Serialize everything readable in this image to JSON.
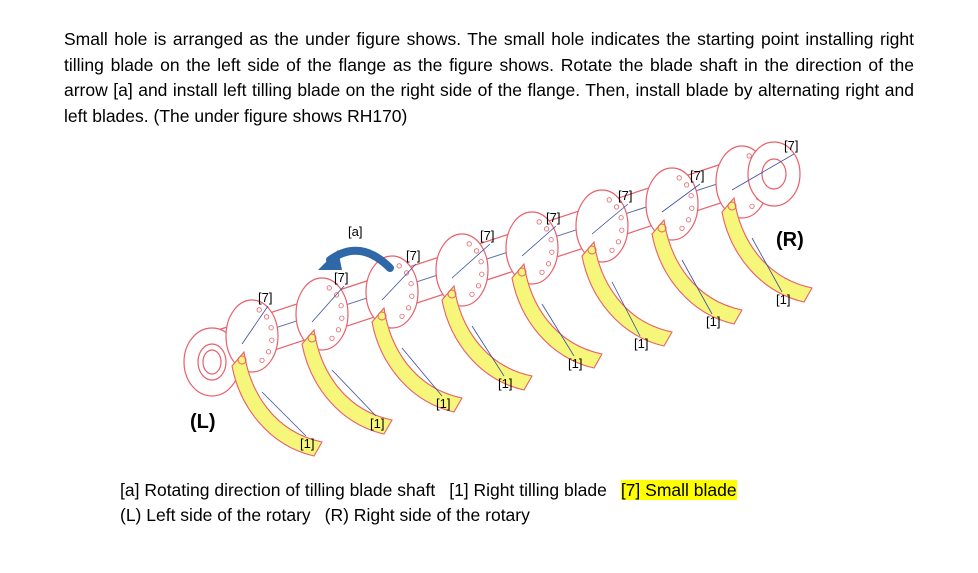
{
  "intro": "Small hole is arranged as the under figure shows.  The small hole indicates the starting point installing right tilling blade on the left side of the flange as the figure shows.  Rotate the blade shaft in the direction of the arrow [a] and install left tilling blade on the right side of the flange.  Then, install blade by alternating right and left blades. (The under figure shows RH170)",
  "figure": {
    "side_left": "(L)",
    "side_right": "(R)",
    "arrow_label": "[a]",
    "blade_label": "[1]",
    "small_blade_label": "[7]"
  },
  "legend": {
    "a": "[a] Rotating direction of tilling blade shaft",
    "b": "[1] Right tilling blade",
    "c_code": "[7]",
    "c_text": " Small blade",
    "d": "(L) Left side of the rotary",
    "e": "(R) Right side of the rotary"
  },
  "colors": {
    "outline": "#e8606a",
    "blade": "#f6f67a",
    "arrow": "#2f67a8",
    "highlight": "#ffff00"
  }
}
